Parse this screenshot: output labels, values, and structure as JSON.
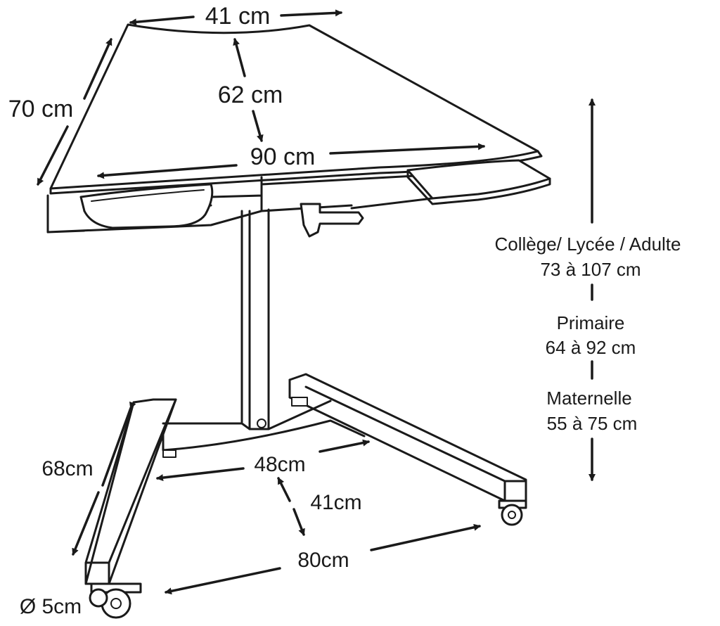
{
  "dimensions": {
    "top_back_width": "41 cm",
    "top_depth": "62 cm",
    "top_side_length": "70 cm",
    "top_front_width": "90 cm",
    "base_rear_width": "48cm",
    "base_left_leg": "68cm",
    "base_depth": "41cm",
    "base_front_width": "80cm",
    "caster_diameter": "Ø 5cm"
  },
  "height_ranges": [
    {
      "level": "Collège/ Lycée / Adulte",
      "range": "73 à 107 cm"
    },
    {
      "level": "Primaire",
      "range": "64 à 92 cm"
    },
    {
      "level": "Maternelle",
      "range": "55 à 75 cm"
    }
  ],
  "colors": {
    "ink": "#1a1a1a",
    "background": "#ffffff"
  }
}
